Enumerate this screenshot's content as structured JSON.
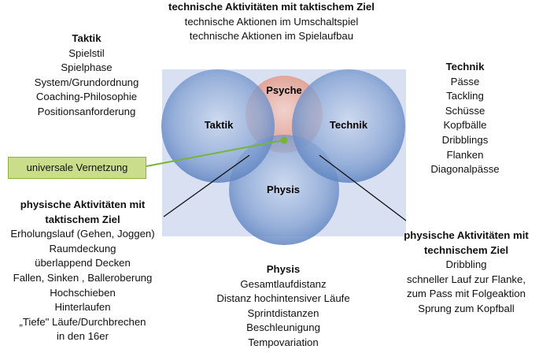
{
  "top_block": {
    "title": "technische Aktivitäten mit taktischem Ziel",
    "lines": [
      "technische Aktionen im Umschaltspiel",
      "technische Aktionen im Spielaufbau"
    ]
  },
  "taktik_block": {
    "title": "Taktik",
    "lines": [
      "Spielstil",
      "Spielphase",
      "System/Grundordnung",
      "Coaching-Philosophie",
      "Positionsanforderung"
    ]
  },
  "technik_block": {
    "title": "Technik",
    "lines": [
      "Pässe",
      "Tackling",
      "Schüsse",
      "Kopfbälle",
      "Dribblings",
      "Flanken",
      "Diagonalpässe"
    ]
  },
  "physisch_taktisch_block": {
    "title_lines": [
      "physische Aktivitäten mit",
      "taktischem Ziel"
    ],
    "lines": [
      "Erholungslauf (Gehen, Joggen)",
      "Raumdeckung",
      "überlappend Decken",
      "Fallen, Sinken , Balleroberung",
      "Hochschieben",
      "Hinterlaufen",
      "„Tiefe\" Läufe/Durchbrechen",
      "in den 16er"
    ]
  },
  "physisch_technisch_block": {
    "title_lines": [
      "physische Aktivitäten mit",
      "technischem Ziel"
    ],
    "lines": [
      "Dribbling",
      "schneller Lauf zur Flanke,",
      "zum Pass mit Folgeaktion",
      "Sprung zum Kopfball"
    ]
  },
  "physis_block": {
    "title": "Physis",
    "lines": [
      "Gesamtlaufdistanz",
      "Distanz hochintensiver Läufe",
      "Sprintdistanzen",
      "Beschleunigung",
      "Tempovariation"
    ]
  },
  "circles": {
    "taktik": "Taktik",
    "technik": "Technik",
    "physis": "Physis",
    "psyche": "Psyche"
  },
  "badge": {
    "label": "universale Vernetzung"
  },
  "colors": {
    "panel": "#d9e0f1",
    "circle_blue": "#6f93cc",
    "circle_blue_light": "#c6d5ee",
    "psyche": "#e7a79a",
    "badge_fill": "#c9dd8a",
    "connector": "#77b43a"
  }
}
